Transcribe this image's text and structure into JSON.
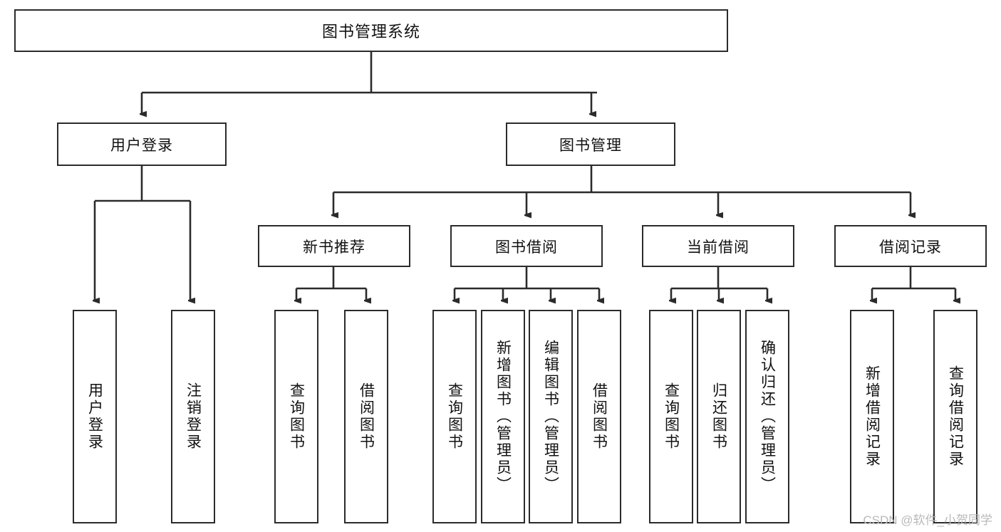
{
  "diagram": {
    "title": "图书管理系统",
    "type": "hierarchy-tree",
    "watermark": "CSDN @软件_小贺同学",
    "colors": {
      "box_border": "#2b2b2b",
      "box_fill": "#ffffff",
      "connector": "#2b2b2b",
      "text": "#111111",
      "watermark": "#b9b9b9"
    },
    "root": {
      "label": "图书管理系统"
    },
    "level2": [
      {
        "label": "用户登录"
      },
      {
        "label": "图书管理"
      }
    ],
    "level3": [
      {
        "label": "新书推荐"
      },
      {
        "label": "图书借阅"
      },
      {
        "label": "当前借阅"
      },
      {
        "label": "借阅记录"
      }
    ],
    "leaves": {
      "user_login": [
        {
          "label": "用户登录"
        },
        {
          "label": "注销登录"
        }
      ],
      "new_book_recommend": [
        {
          "label": "查询图书"
        },
        {
          "label": "借阅图书"
        }
      ],
      "book_borrow": [
        {
          "label": "查询图书"
        },
        {
          "label": "新增图书（管理员）"
        },
        {
          "label": "编辑图书（管理员）"
        },
        {
          "label": "借阅图书"
        }
      ],
      "current_borrow": [
        {
          "label": "查询图书"
        },
        {
          "label": "归还图书"
        },
        {
          "label": "确认归还（管理员）"
        }
      ],
      "borrow_record": [
        {
          "label": "新增借阅记录"
        },
        {
          "label": "查询借阅记录"
        }
      ]
    }
  }
}
